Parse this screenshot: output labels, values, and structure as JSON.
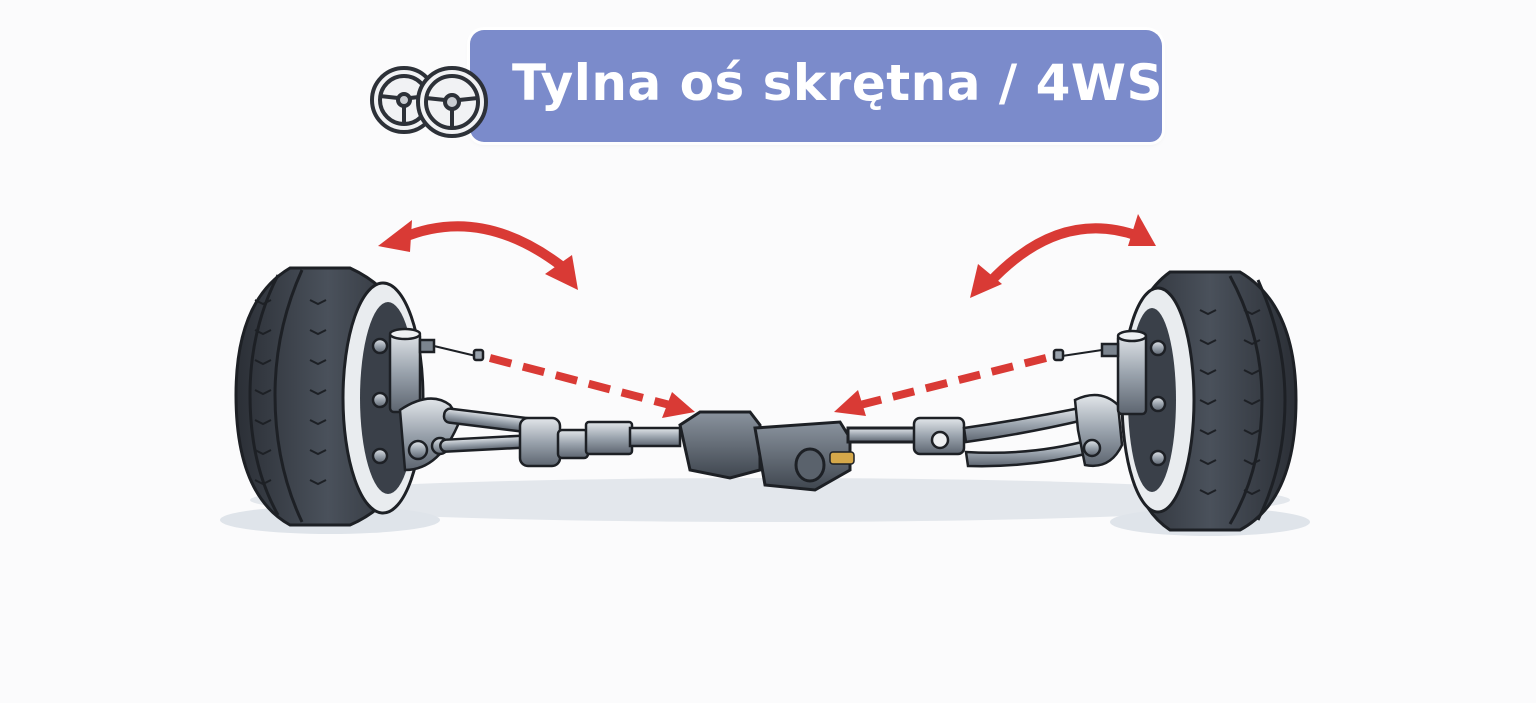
{
  "title": {
    "text": "Tylna oś skrętna / 4WS",
    "icon": "steering-wheels-icon",
    "background_color": "#7b8bcb",
    "text_color": "#ffffff"
  },
  "diagram": {
    "subject": "rear-wheel steering axle",
    "components": [
      {
        "name": "left-wheel",
        "icon": "tire"
      },
      {
        "name": "right-wheel",
        "icon": "tire"
      },
      {
        "name": "left-steering-actuator",
        "icon": "actuator"
      },
      {
        "name": "right-steering-actuator",
        "icon": "actuator"
      },
      {
        "name": "left-tie-rod",
        "icon": "tie-rod"
      },
      {
        "name": "right-tie-rod",
        "icon": "tie-rod"
      },
      {
        "name": "central-steering-actuator",
        "icon": "electric-motor-gearbox"
      }
    ],
    "arrows": [
      {
        "name": "left-wheel-turn-arrow",
        "style": "curved-double",
        "color": "#d93a35"
      },
      {
        "name": "right-wheel-turn-arrow",
        "style": "curved-double",
        "color": "#d93a35"
      },
      {
        "name": "left-signal-arrow",
        "style": "dashed",
        "color": "#d93a35"
      },
      {
        "name": "right-signal-arrow",
        "style": "dashed",
        "color": "#d93a35"
      }
    ],
    "colors": {
      "arrow": "#d93a35",
      "tire": "#3a3f47",
      "metal": "#9aa3ad",
      "shadow": "#dde2e8"
    }
  }
}
